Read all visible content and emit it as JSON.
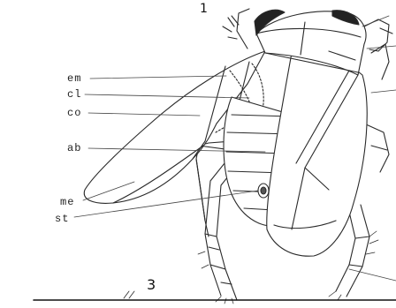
{
  "figure": {
    "number_top": "1",
    "number_bottom": "3"
  },
  "labels": {
    "em": "em",
    "cl": "cl",
    "co": "co",
    "ab": "ab",
    "me": "me",
    "st": "st"
  }
}
